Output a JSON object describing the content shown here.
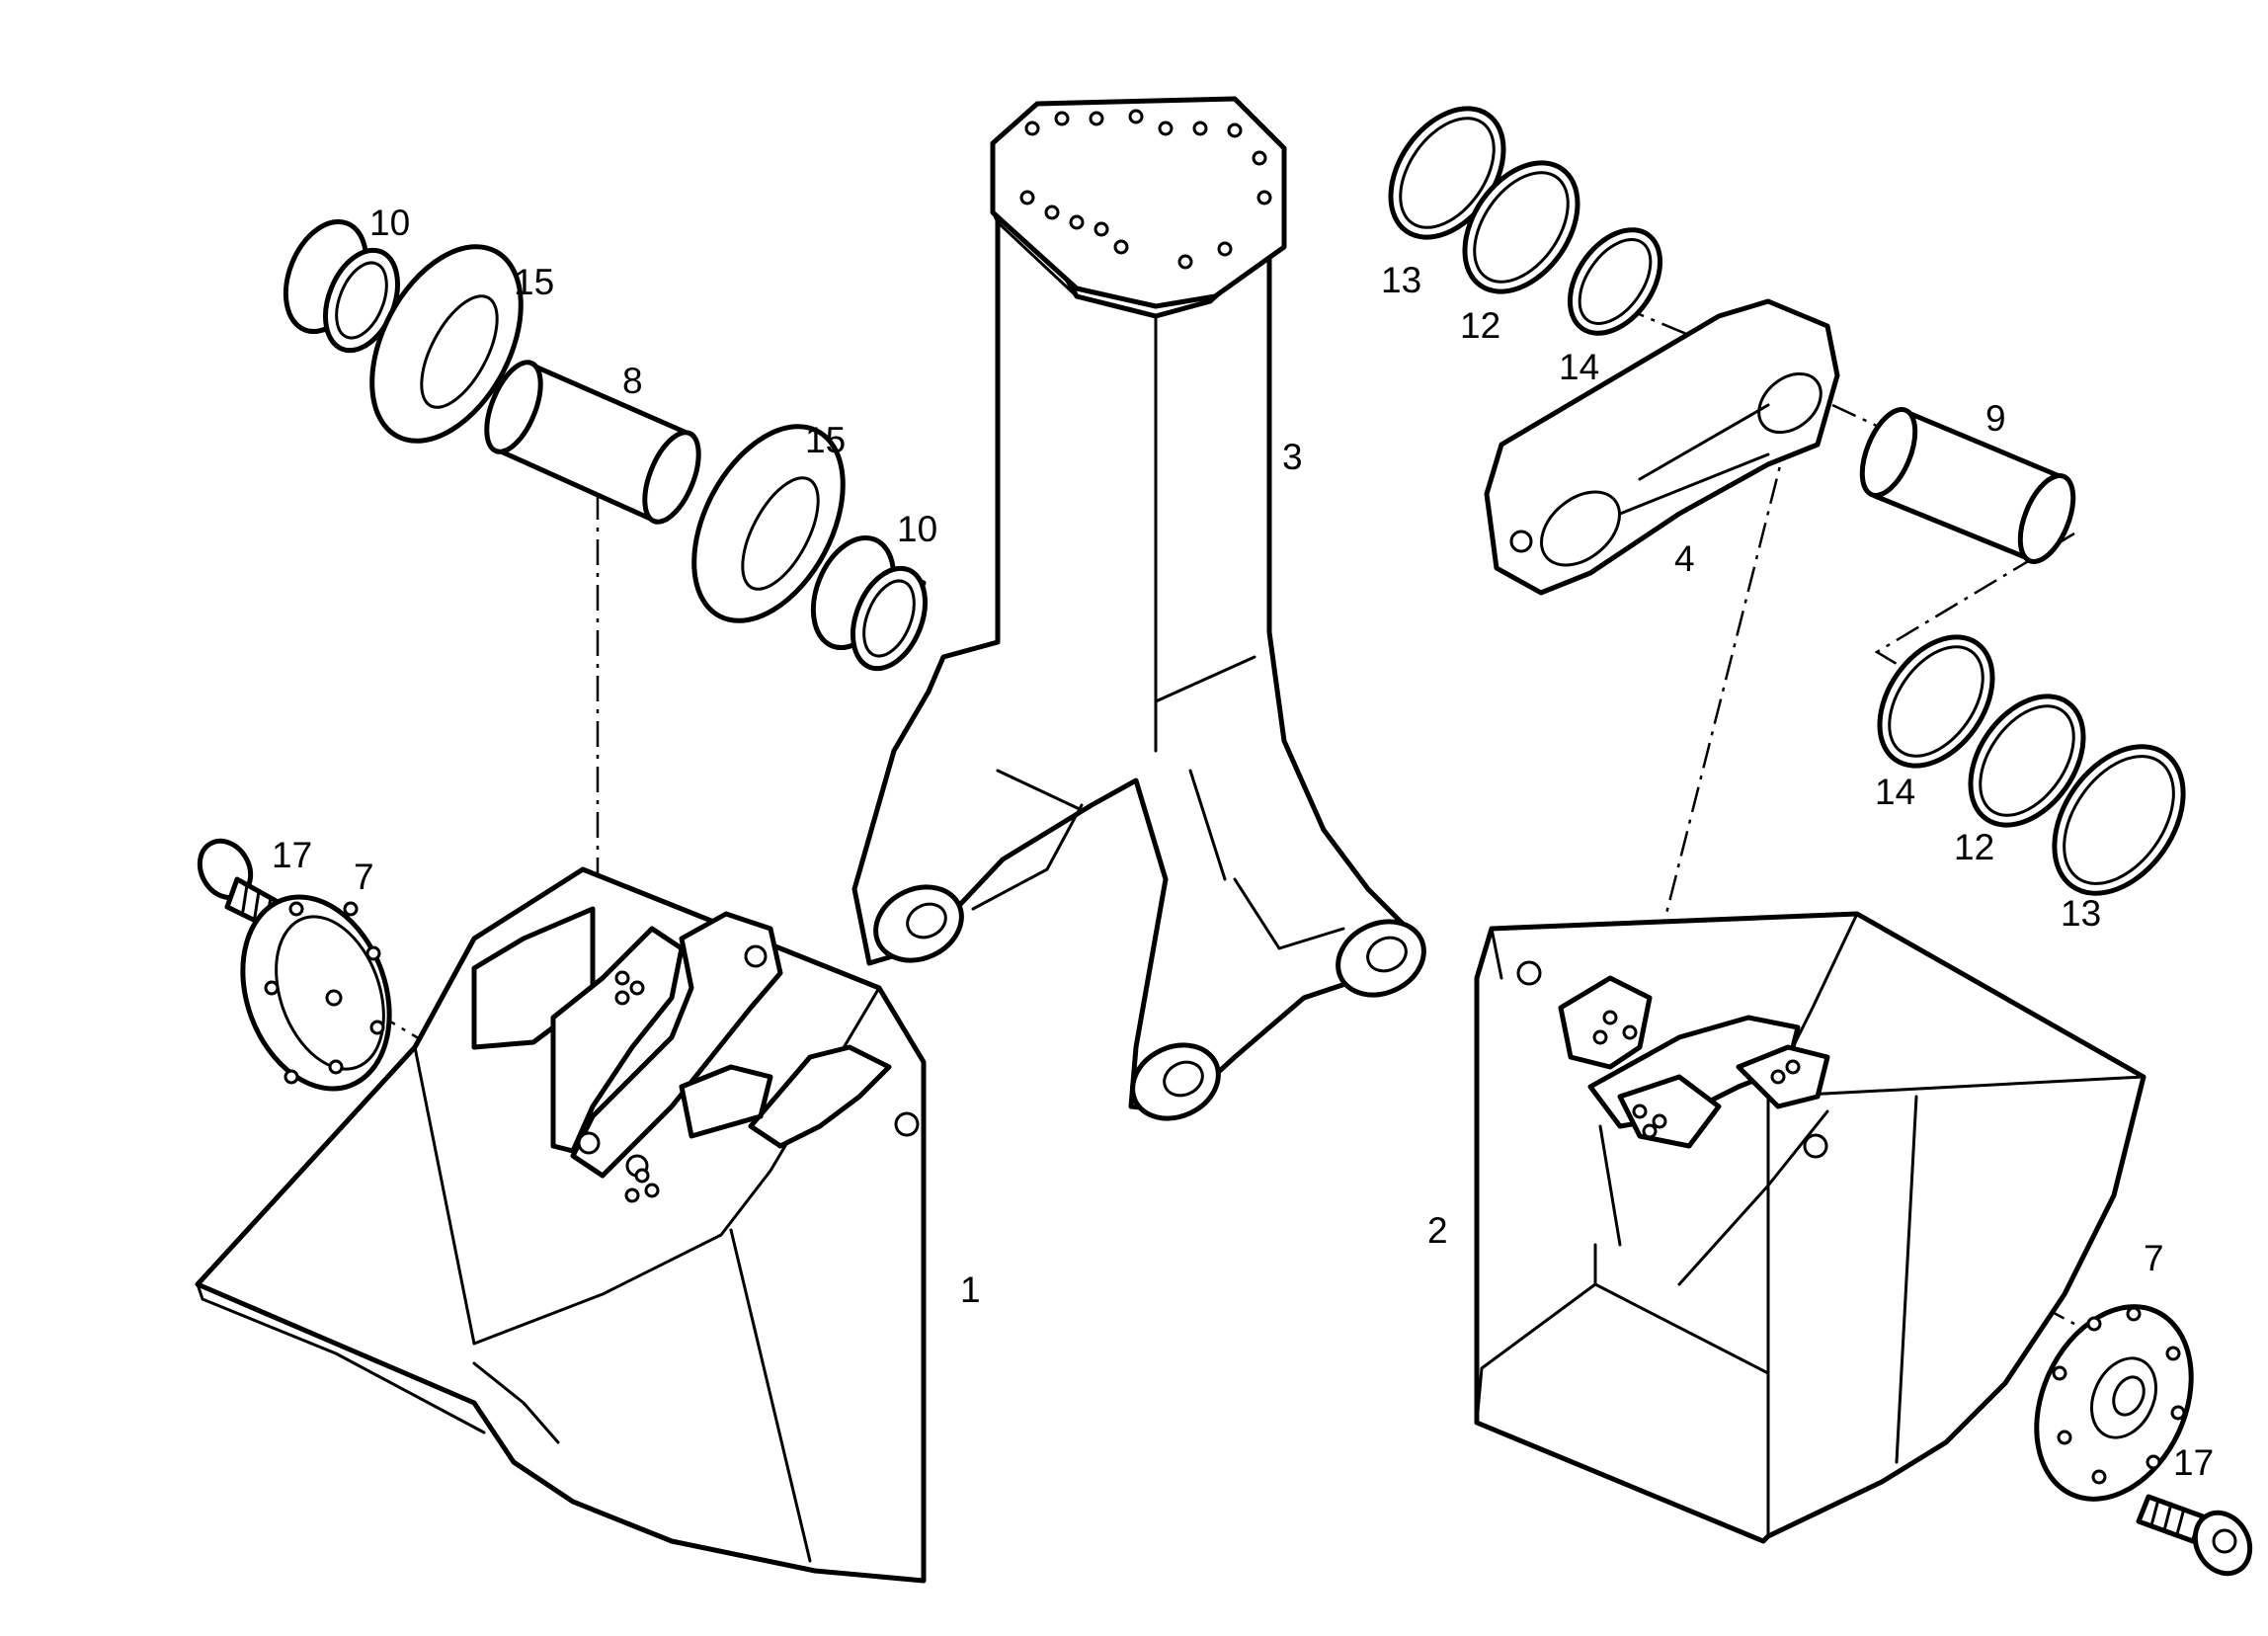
{
  "callouts": [
    {
      "id": "c10a",
      "text": "10"
    },
    {
      "id": "c15a",
      "text": "15"
    },
    {
      "id": "c8",
      "text": "8"
    },
    {
      "id": "c15b",
      "text": "15"
    },
    {
      "id": "c10b",
      "text": "10"
    },
    {
      "id": "c3",
      "text": "3"
    },
    {
      "id": "c13a",
      "text": "13"
    },
    {
      "id": "c12a",
      "text": "12"
    },
    {
      "id": "c14a",
      "text": "14"
    },
    {
      "id": "c9",
      "text": "9"
    },
    {
      "id": "c4",
      "text": "4"
    },
    {
      "id": "c14b",
      "text": "14"
    },
    {
      "id": "c12b",
      "text": "12"
    },
    {
      "id": "c13b",
      "text": "13"
    },
    {
      "id": "c17a",
      "text": "17"
    },
    {
      "id": "c7a",
      "text": "7"
    },
    {
      "id": "c1",
      "text": "1"
    },
    {
      "id": "c2",
      "text": "2"
    },
    {
      "id": "c7b",
      "text": "7"
    },
    {
      "id": "c17b",
      "text": "17"
    }
  ]
}
